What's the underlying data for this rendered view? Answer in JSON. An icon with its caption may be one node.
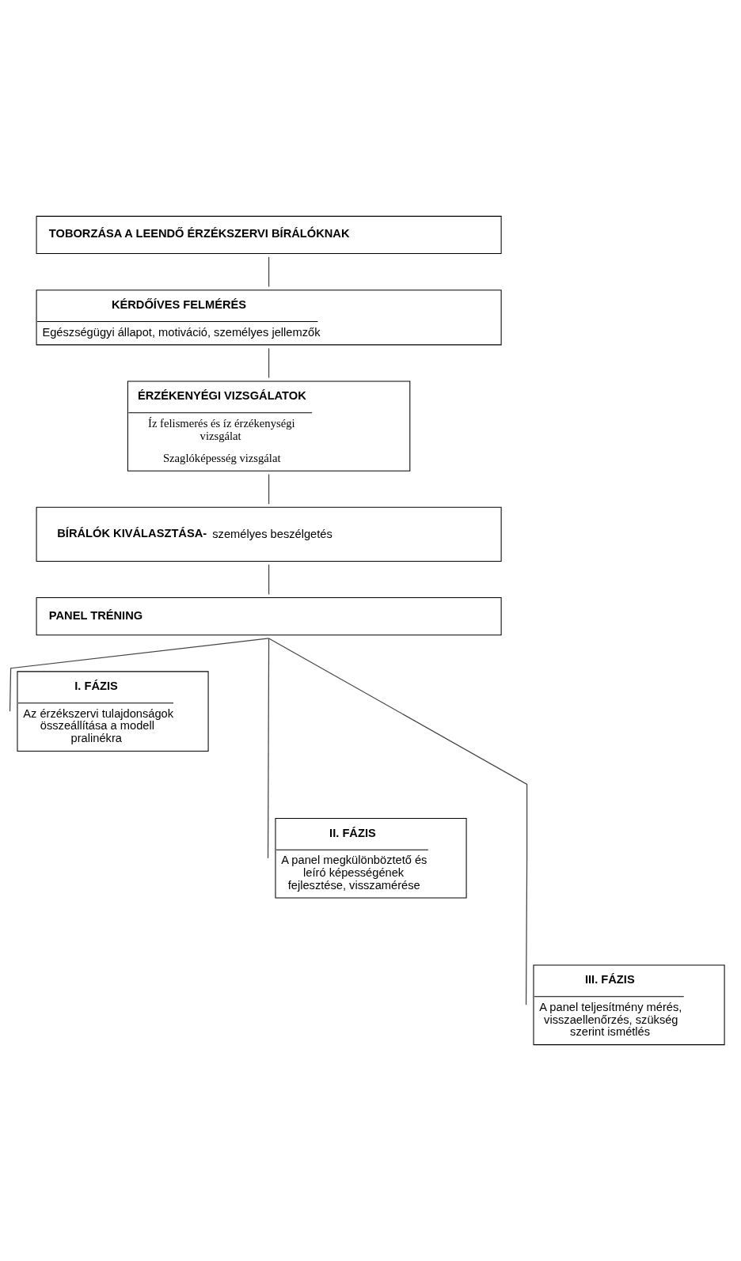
{
  "diagram": {
    "nodes": [
      {
        "text": [
          "TOBORZÁSA A LEENDŐ ÉRZÉKSZERVI BÍRÁLÓKNAK"
        ]
      },
      {
        "text": [
          "KÉRDŐÍVES FELMÉRÉS",
          "Egészségügyi állapot, motiváció, személyes jellemzők"
        ]
      },
      {
        "text": [
          "ÉRZÉKENYÉGI VIZSGÁLATOK",
          "Íz felismerés és íz érzékenységi vizsgálat",
          "Szaglóképesség vizsgálat"
        ]
      },
      {
        "text": [
          "**BÍRÁLÓK KIVÁLASZTÁSA-** személyes beszélgetés"
        ]
      },
      {
        "text": [
          "PANEL TRÉNING"
        ]
      },
      {
        "text": [
          "I. FÁZIS",
          "Az érzékszervi tulajdonságok összeállítása a modell pralinékra"
        ]
      },
      {
        "text": [
          "II. FÁZIS",
          "A panel megkülönböztető és leíró képességének fejlesztése, visszamérése"
        ]
      },
      {
        "text": [
          "III. FÁZIS",
          "A panel teljesítmény mérés, visszaellenőrzés, szükség szerint ismétlés"
        ]
      }
    ],
    "edges": [
      {
        "from": 0,
        "to": 1,
        "arrow": "none"
      },
      {
        "from": 1,
        "to": 2,
        "arrow": "none"
      },
      {
        "from": 2,
        "to": 3,
        "arrow": "none"
      },
      {
        "from": 3,
        "to": 4,
        "arrow": "none"
      },
      {
        "from": 4,
        "to": 5,
        "arrow": "none"
      },
      {
        "from": 4,
        "to": 6,
        "arrow": "none"
      },
      {
        "from": 4,
        "to": 7,
        "arrow": "none"
      }
    ]
  }
}
